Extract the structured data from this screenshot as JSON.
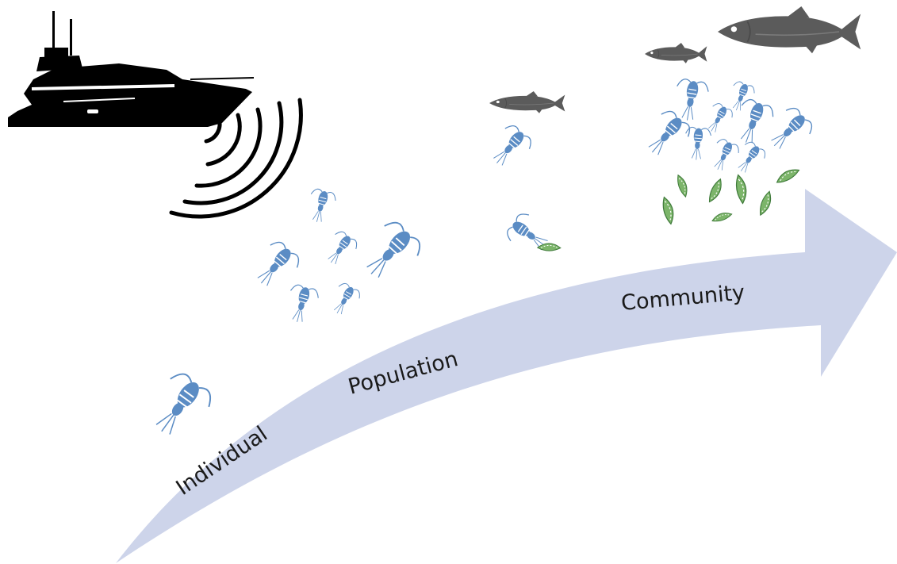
{
  "labels": {
    "individual": "Individual",
    "population": "Population",
    "community": "Community"
  },
  "colors": {
    "arrow": "#cdd4ea",
    "copepod": "#5b8cc4",
    "diatom": "#7cb56a",
    "diatom_edge": "#3f7a3a",
    "fish": "#5b5b5b",
    "boat": "#000000",
    "sonar": "#000000"
  },
  "icons": [
    "boat-icon",
    "sonar-waves-icon",
    "copepod-icon",
    "diatom-icon",
    "fish-icon",
    "trend-arrow-icon"
  ]
}
